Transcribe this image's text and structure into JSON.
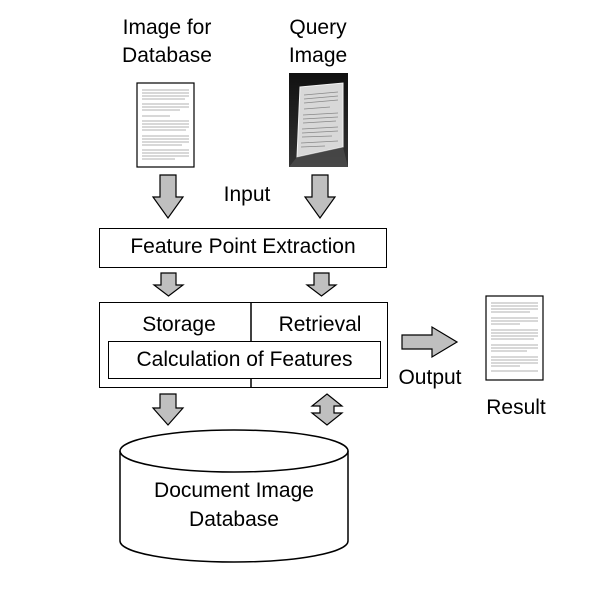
{
  "inputs": {
    "database_image_label": "Image for\nDatabase",
    "query_image_label": "Query\nImage",
    "input_label": "Input"
  },
  "process": {
    "feature_extraction_label": "Feature Point Extraction",
    "storage_label": "Storage",
    "retrieval_label": "Retrieval",
    "calculation_label": "Calculation of Features"
  },
  "output": {
    "output_label": "Output",
    "result_label": "Result"
  },
  "database": {
    "label": "Document Image\nDatabase"
  },
  "colors": {
    "arrow_fill": "#bfbfbf",
    "stroke": "#000000"
  }
}
